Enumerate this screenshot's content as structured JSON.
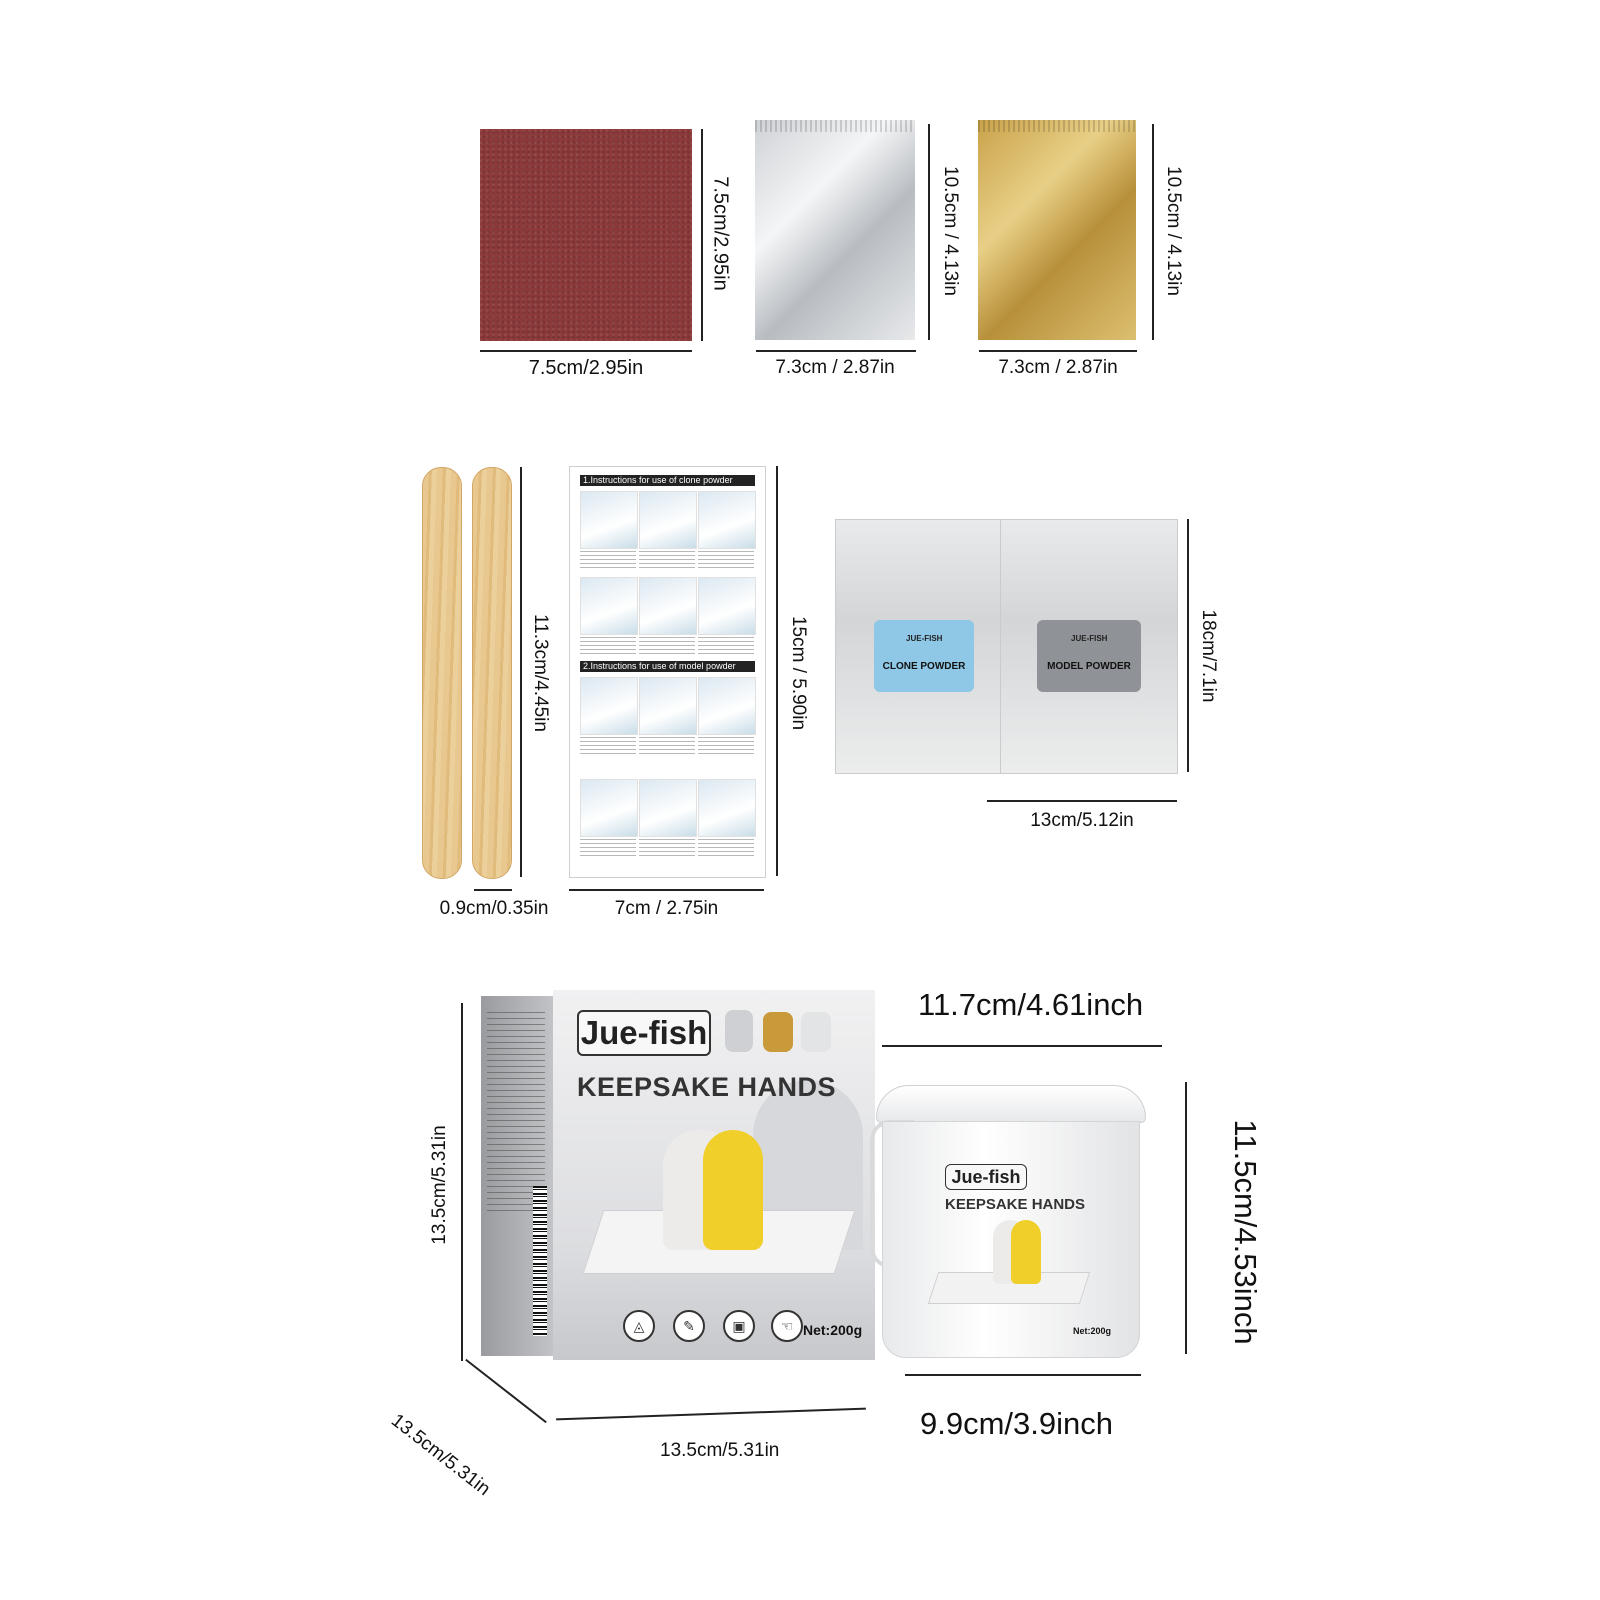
{
  "row1": {
    "sandpaper": {
      "height": "7.5cm/2.95in",
      "width": "7.5cm/2.95in"
    },
    "silver_foil": {
      "height": "10.5cm / 4.13in",
      "width": "7.3cm / 2.87in"
    },
    "gold_foil": {
      "height": "10.5cm / 4.13in",
      "width": "7.3cm / 2.87in"
    }
  },
  "row2": {
    "sticks": {
      "height": "11.3cm/4.45in",
      "width": "0.9cm/0.35in"
    },
    "instructions": {
      "height": "15cm / 5.90in",
      "width": "7cm / 2.75in",
      "section1": "1.Instructions for use of clone powder",
      "section2": "2.Instructions for use of model powder"
    },
    "pouches": {
      "height": "18cm/7.1in",
      "width": "13cm/5.12in",
      "left": {
        "brand": "JUE-FISH",
        "name": "CLONE POWDER"
      },
      "right": {
        "brand": "JUE-FISH",
        "name": "MODEL POWDER"
      }
    }
  },
  "row3": {
    "box": {
      "brand": "Jue-fish",
      "product": "KEEPSAKE HANDS",
      "net": "Net:200g",
      "height": "13.5cm/5.31in",
      "depth": "13.5cm/5.31in",
      "width": "13.5cm/5.31in"
    },
    "bucket": {
      "brand": "Jue-fish",
      "product": "KEEPSAKE HANDS",
      "net": "Net:200g",
      "top_width": "11.7cm/4.61inch",
      "height": "11.5cm/4.53inch",
      "bottom_width": "9.9cm/3.9inch"
    }
  },
  "colors": {
    "sandpaper": "#8c3a3a",
    "gold": "#d4b463",
    "silver": "#dcdee0",
    "clone_label": "#8ec8e6",
    "model_label": "#8f9296",
    "yellow": "#f0cf2b"
  }
}
